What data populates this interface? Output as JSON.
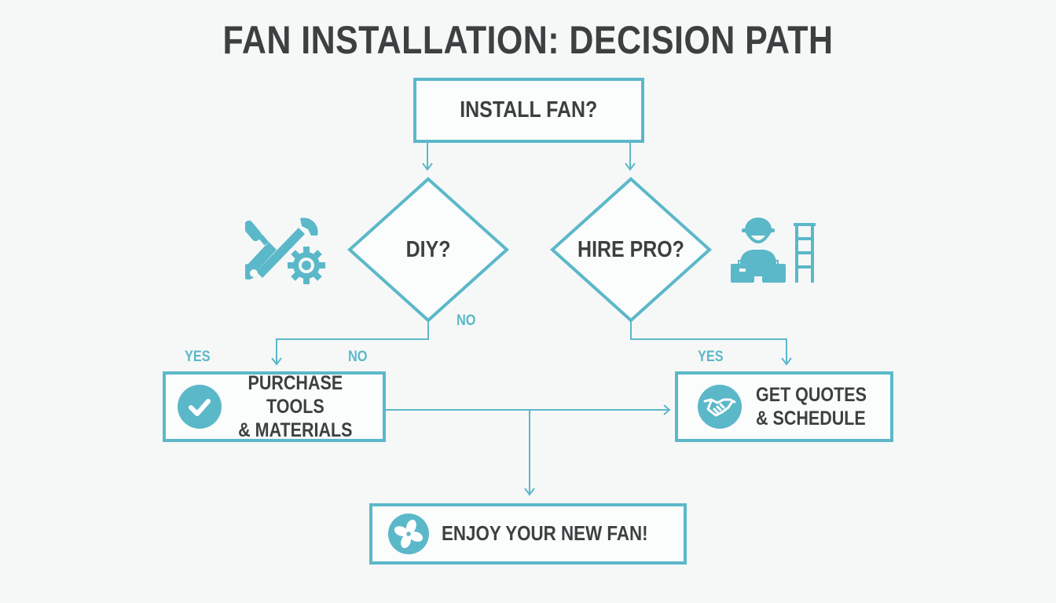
{
  "title": "FAN INSTALLATION: DECISION PATH",
  "colors": {
    "accent": "#5bb8c9",
    "text": "#3d3f41",
    "background": "#f6f8f8"
  },
  "nodes": {
    "start": {
      "label": "INSTALL FAN?"
    },
    "diy": {
      "label": "DIY?",
      "icon": "wrench-gear-icon"
    },
    "hire_pro": {
      "label": "HIRE PRO?",
      "icon": "worker-toolbox-ladder-icon"
    },
    "purchase": {
      "line1": "PURCHASE TOOLS",
      "line2": "& MATERIALS",
      "icon": "checkmark-icon"
    },
    "quotes": {
      "line1": "GET QUOTES",
      "line2": "& SCHEDULE",
      "icon": "handshake-icon"
    },
    "end": {
      "label": "ENJOY YOUR NEW FAN!",
      "icon": "fan-icon"
    }
  },
  "edge_labels": {
    "diy_no": "NO",
    "purchase_yes": "YES",
    "purchase_no": "NO",
    "quotes_yes": "YES"
  }
}
